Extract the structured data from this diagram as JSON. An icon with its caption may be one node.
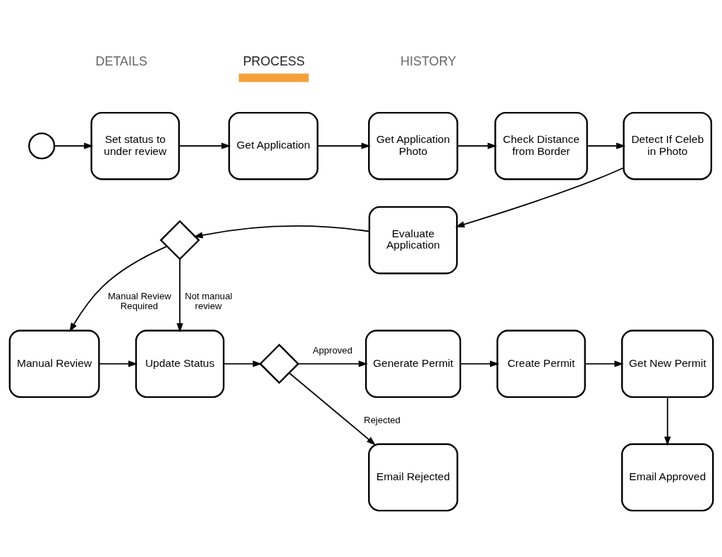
{
  "diagram": {
    "nodes": [
      {
        "text": [],
        "shape": "circle"
      },
      {
        "text": [
          "Set status to under review"
        ]
      },
      {
        "text": [
          "Get Application"
        ]
      },
      {
        "text": [
          "Get Application Photo"
        ]
      },
      {
        "text": [
          "Check Distance from Border"
        ]
      },
      {
        "text": [
          "Detect If Celeb in Photo"
        ]
      },
      {
        "text": [
          "Evaluate Application"
        ]
      },
      {
        "text": [],
        "shape": "diamond"
      },
      {
        "text": [
          "Manual Review"
        ]
      },
      {
        "text": [
          "Update Status"
        ]
      },
      {
        "text": [],
        "shape": "diamond"
      },
      {
        "text": [
          "Generate Permit"
        ]
      },
      {
        "text": [
          "Create Permit"
        ]
      },
      {
        "text": [
          "Get New Permit"
        ]
      },
      {
        "text": [
          "Email Rejected"
        ]
      },
      {
        "text": [
          "Email Approved"
        ]
      }
    ],
    "edges": [
      {
        "from": 0,
        "to": 1,
        "arrow": "to"
      },
      {
        "from": 1,
        "to": 2,
        "arrow": "to"
      },
      {
        "from": 2,
        "to": 3,
        "arrow": "to"
      },
      {
        "from": 3,
        "to": 4,
        "arrow": "to"
      },
      {
        "from": 4,
        "to": 5,
        "arrow": "to"
      },
      {
        "from": 5,
        "to": 6,
        "arrow": "to"
      },
      {
        "from": 6,
        "to": 7,
        "arrow": "to"
      },
      {
        "from": 7,
        "to": 8,
        "arrow": "to",
        "label": "Manual Review Required"
      },
      {
        "from": 7,
        "to": 9,
        "arrow": "to",
        "label": "Not manual review"
      },
      {
        "from": 8,
        "to": 9,
        "arrow": "to"
      },
      {
        "from": 9,
        "to": 10,
        "arrow": "to"
      },
      {
        "from": 10,
        "to": 11,
        "arrow": "to",
        "label": "Approved"
      },
      {
        "from": 10,
        "to": 14,
        "arrow": "to",
        "label": "Rejected"
      },
      {
        "from": 11,
        "to": 12,
        "arrow": "to"
      },
      {
        "from": 12,
        "to": 13,
        "arrow": "to"
      },
      {
        "from": 13,
        "to": 15,
        "arrow": "to"
      }
    ],
    "labels": [
      "DETAILS",
      "PROCESS",
      "HISTORY"
    ]
  }
}
